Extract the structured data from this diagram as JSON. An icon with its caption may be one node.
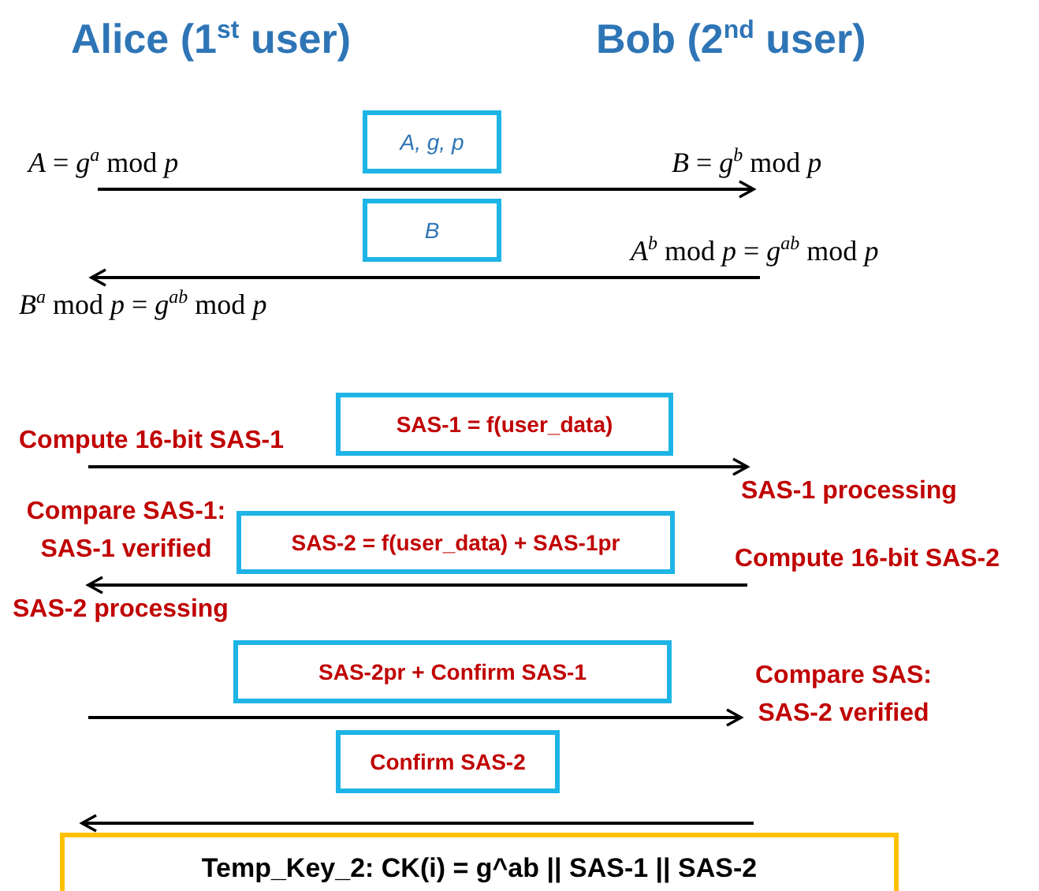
{
  "diagram": {
    "nodes": [
      {
        "text": [
          "*A* = *g*$^{a}$ mod *p*"
        ]
      },
      {
        "text": [
          "A, g, p"
        ]
      },
      {
        "text": [
          "*B* = *g*$^{b}$ mod *p*"
        ]
      },
      {
        "text": [
          "B"
        ]
      },
      {
        "text": [
          "*A*$^{b}$ mod *p* = *g*$^{ab}$ mod *p*"
        ]
      },
      {
        "text": [
          "*B*$^{a}$ mod *p* = *g*$^{ab}$ mod *p*"
        ]
      },
      {
        "text": [
          "Compute 16-bit SAS-1"
        ]
      },
      {
        "text": [
          "SAS-1 = f(user_data)"
        ]
      },
      {
        "text": [
          "SAS-1 processing"
        ]
      },
      {
        "text": [
          "SAS-2 = f(user_data) + SAS-1pr"
        ]
      },
      {
        "text": [
          "Compute 16-bit SAS-2"
        ]
      },
      {
        "text": [
          "SAS-2 processing"
        ]
      },
      {
        "text": [
          "SAS-2pr + Confirm SAS-1"
        ]
      },
      {
        "text": [
          "Compare SAS: SAS-2 verified"
        ]
      },
      {
        "text": [
          "Confirm SAS-2"
        ]
      },
      {
        "text": [
          "Temp_Key_2: CK(i) = g^ab || SAS-1 || SAS-2"
        ]
      }
    ],
    "edges": [
      {
        "from": 0,
        "to": 2,
        "arrow": "to"
      },
      {
        "from": 4,
        "to": 5,
        "arrow": "to"
      },
      {
        "from": 6,
        "to": 8,
        "arrow": "to"
      },
      {
        "from": 10,
        "to": 11,
        "arrow": "to"
      },
      {
        "from": null,
        "to": 13,
        "arrow": "to"
      },
      {
        "from": null,
        "to": 15,
        "arrow": "to"
      }
    ],
    "labels": [
      "Alice (1$^{st}$ user)",
      "Bob (2$^{nd}$ user)",
      "Compare SAS-1: SAS-1 verified"
    ]
  }
}
